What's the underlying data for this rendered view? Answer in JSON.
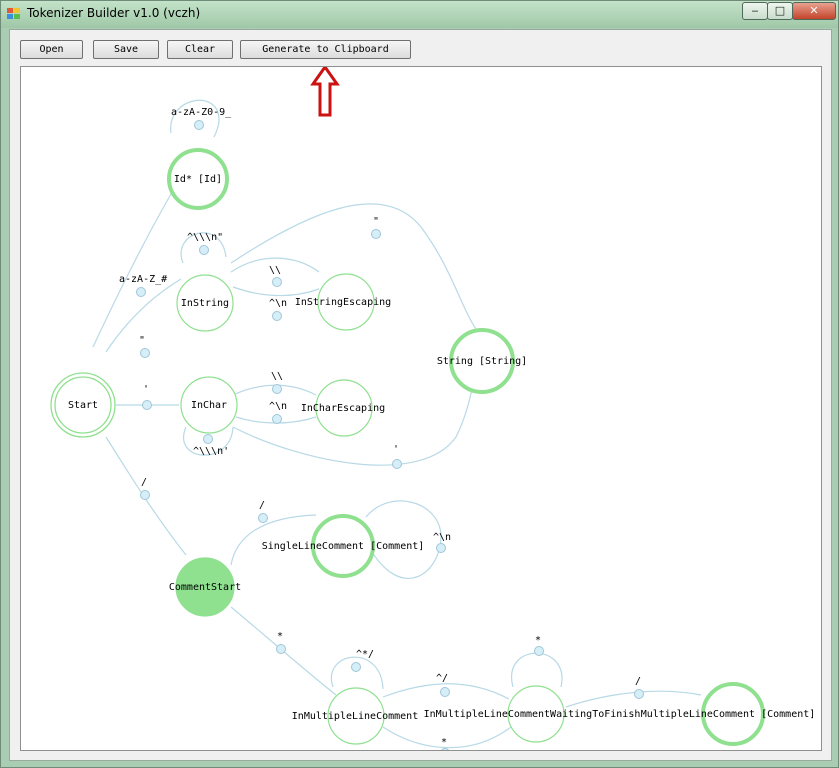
{
  "window": {
    "title": "Tokenizer Builder v1.0 (vczh)"
  },
  "controls": {
    "minimize": "‒",
    "maximize": "□",
    "close": "✕"
  },
  "toolbar": {
    "open_label": "Open",
    "save_label": "Save",
    "clear_label": "Clear",
    "generate_label": "Generate to Clipboard"
  },
  "colors": {
    "state_ring": "#8fe08f",
    "state_fill": "#8fe08f",
    "edge": "#b8d9e6",
    "arrow": "#cc1111"
  },
  "diagram": {
    "states": [
      {
        "id": "start",
        "label": "Start",
        "kind": "start"
      },
      {
        "id": "id",
        "label": "Id* [Id]",
        "kind": "final"
      },
      {
        "id": "instring",
        "label": "InString",
        "kind": "normal"
      },
      {
        "id": "instringesc",
        "label": "InStringEscaping",
        "kind": "normal"
      },
      {
        "id": "string",
        "label": "String [String]",
        "kind": "final"
      },
      {
        "id": "inchar",
        "label": "InChar",
        "kind": "normal"
      },
      {
        "id": "incharesc",
        "label": "InCharEscaping",
        "kind": "normal"
      },
      {
        "id": "commentstart",
        "label": "CommentStart",
        "kind": "filled"
      },
      {
        "id": "singleline",
        "label": "SingleLineComment [Comment]",
        "kind": "final"
      },
      {
        "id": "inmulti",
        "label": "InMultipleLineComment",
        "kind": "normal"
      },
      {
        "id": "inmultiwait",
        "label": "InMultipleLineCommentWaitingToFinish",
        "kind": "normal"
      },
      {
        "id": "multiline",
        "label": "MultipleLineComment [Comment]",
        "kind": "final"
      }
    ],
    "transitions": [
      {
        "id": "start-id",
        "label": "a-zA-Z_#"
      },
      {
        "id": "id-id",
        "label": "a-zA-Z0-9_"
      },
      {
        "id": "start-instring",
        "label": "\""
      },
      {
        "id": "instring-instring",
        "label": "^\\\\\\n\""
      },
      {
        "id": "instring-instringesc",
        "label": "\\\\"
      },
      {
        "id": "instringesc-instring",
        "label": "^\\n"
      },
      {
        "id": "instring-string",
        "label": "\""
      },
      {
        "id": "start-inchar",
        "label": "'"
      },
      {
        "id": "inchar-inchar",
        "label": "^\\\\\\n'"
      },
      {
        "id": "inchar-incharesc",
        "label": "\\\\"
      },
      {
        "id": "incharesc-inchar",
        "label": "^\\n"
      },
      {
        "id": "inchar-string",
        "label": "'"
      },
      {
        "id": "start-commentstart",
        "label": "/"
      },
      {
        "id": "commentstart-singleline",
        "label": "/"
      },
      {
        "id": "singleline-singleline",
        "label": "^\\n"
      },
      {
        "id": "commentstart-inmulti",
        "label": "*"
      },
      {
        "id": "inmulti-inmulti",
        "label": "^*/"
      },
      {
        "id": "inmulti-inmultiwait",
        "label": "^/"
      },
      {
        "id": "inmultiwait-inmulti",
        "label": "*"
      },
      {
        "id": "inmultiwait-inmultiwait",
        "label": "*"
      },
      {
        "id": "inmultiwait-multiline",
        "label": "/"
      }
    ]
  }
}
